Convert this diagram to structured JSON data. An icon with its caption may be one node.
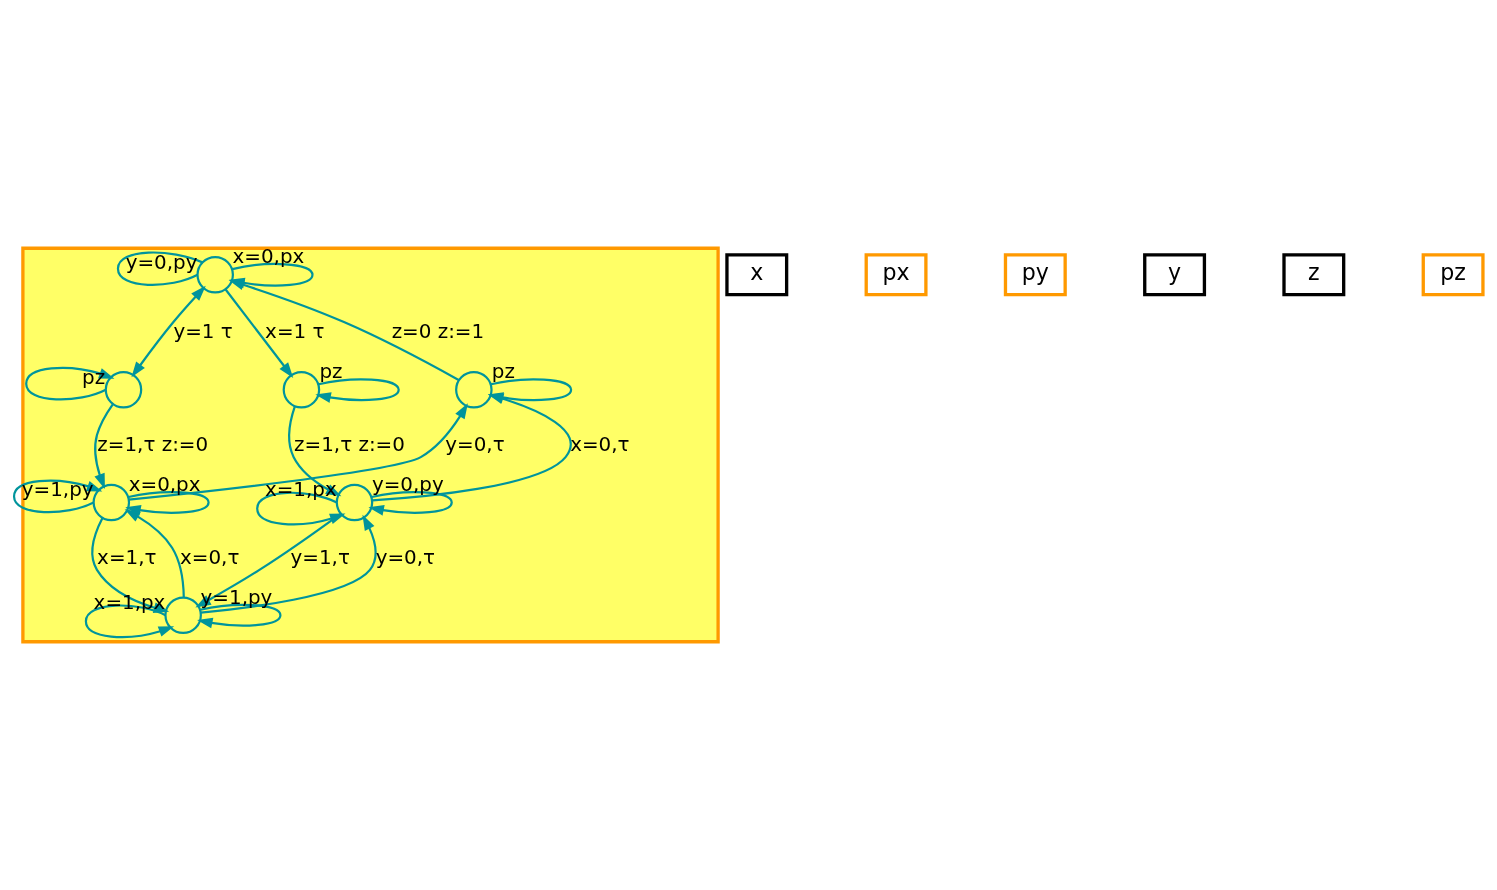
{
  "diagram": {
    "nodes": [
      {
        "text": [],
        "shape": "box"
      },
      {
        "text": [
          "x"
        ]
      },
      {
        "text": [
          "px"
        ]
      },
      {
        "text": [
          "py"
        ]
      },
      {
        "text": [
          "y"
        ]
      },
      {
        "text": [
          "z"
        ]
      },
      {
        "text": [
          "pz"
        ]
      },
      {
        "text": [],
        "shape": "circle",
        "in": 0
      },
      {
        "text": [],
        "shape": "circle",
        "in": 0
      },
      {
        "text": [],
        "shape": "circle",
        "in": 0
      },
      {
        "text": [],
        "shape": "circle",
        "in": 0
      },
      {
        "text": [],
        "shape": "circle",
        "in": 0
      },
      {
        "text": [],
        "shape": "circle",
        "in": 0
      },
      {
        "text": [],
        "shape": "circle",
        "in": 0
      }
    ],
    "edges": [
      {
        "from": 7,
        "to": 7,
        "arrow": "none",
        "label": "y=0,py"
      },
      {
        "from": 7,
        "to": 7,
        "arrow": "to",
        "label": "x=0,px"
      },
      {
        "from": 7,
        "to": 8,
        "arrow": "both",
        "label": "y=1 τ"
      },
      {
        "from": 7,
        "to": 9,
        "arrow": "to",
        "label": "x=1 τ"
      },
      {
        "from": 8,
        "to": 8,
        "arrow": "to",
        "label": "pz"
      },
      {
        "from": 10,
        "to": 7,
        "arrow": "to",
        "label": "z=0 z:=1"
      },
      {
        "from": 9,
        "to": 9,
        "arrow": "to",
        "label": "pz"
      },
      {
        "from": 8,
        "to": 11,
        "arrow": "to",
        "label": "z=1,τ z:=0"
      },
      {
        "from": 10,
        "to": 10,
        "arrow": "to",
        "label": "pz"
      },
      {
        "from": 9,
        "to": 12,
        "arrow": "to",
        "label": "z=1,τ z:=0"
      },
      {
        "from": 11,
        "to": 11,
        "arrow": "to",
        "label": "y=1,py"
      },
      {
        "from": 11,
        "to": 10,
        "arrow": "to",
        "label": "y=0,τ"
      },
      {
        "from": 12,
        "to": 10,
        "arrow": "to",
        "label": "x=0,τ"
      },
      {
        "from": 12,
        "to": 12,
        "arrow": "to",
        "label": "y=0,py"
      },
      {
        "from": 11,
        "to": 11,
        "arrow": "to",
        "label": "x=0,px"
      },
      {
        "from": 11,
        "to": 13,
        "arrow": "to",
        "label": "x=1,τ"
      },
      {
        "from": 12,
        "to": 13,
        "arrow": "to",
        "label": "y=1,τ"
      },
      {
        "from": 12,
        "to": 12,
        "arrow": "to",
        "label": "x=1,px"
      },
      {
        "from": 13,
        "to": 11,
        "arrow": "to",
        "label": "x=0,τ"
      },
      {
        "from": 13,
        "to": 12,
        "arrow": "to",
        "label": "y=0,τ"
      },
      {
        "from": 13,
        "to": 13,
        "arrow": "to",
        "label": "x=1,px"
      },
      {
        "from": 13,
        "to": 13,
        "arrow": "to",
        "label": "y=1,py"
      }
    ]
  }
}
